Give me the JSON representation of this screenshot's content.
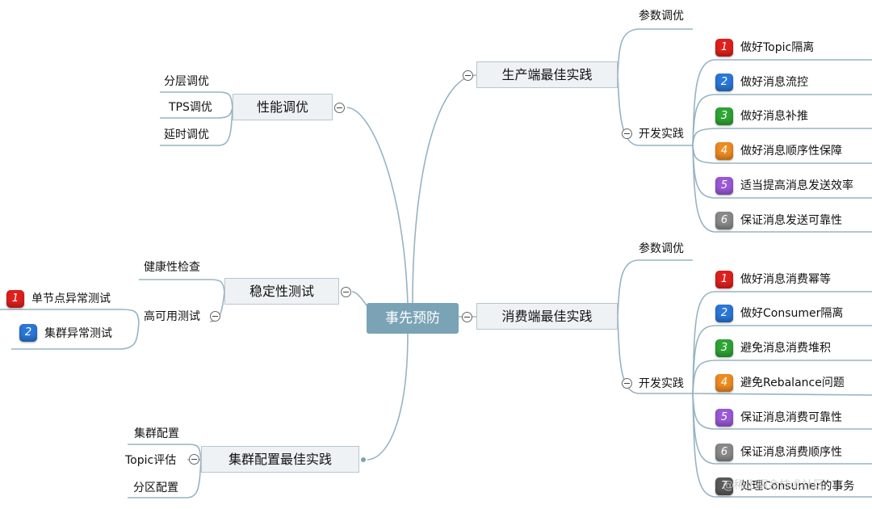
{
  "root": "事先预防",
  "producer": {
    "title": "生产端最佳实践",
    "params": "参数调优",
    "dev": "开发实践",
    "items": [
      {
        "num": "1",
        "label": "做好Topic隔离",
        "color": "#e0201c"
      },
      {
        "num": "2",
        "label": "做好消息流控",
        "color": "#2a78d8"
      },
      {
        "num": "3",
        "label": "做好消息补推",
        "color": "#2ea534"
      },
      {
        "num": "4",
        "label": "做好消息顺序性保障",
        "color": "#f08b21"
      },
      {
        "num": "5",
        "label": "适当提高消息发送效率",
        "color": "#9a59d6"
      },
      {
        "num": "6",
        "label": "保证消息发送可靠性",
        "color": "#8a8a8a"
      }
    ]
  },
  "consumer": {
    "title": "消费端最佳实践",
    "params": "参数调优",
    "dev": "开发实践",
    "items": [
      {
        "num": "1",
        "label": "做好消息消费幂等",
        "color": "#e0201c"
      },
      {
        "num": "2",
        "label": "做好Consumer隔离",
        "color": "#2a78d8"
      },
      {
        "num": "3",
        "label": "避免消息消费堆积",
        "color": "#2ea534"
      },
      {
        "num": "4",
        "label": "避免Rebalance问题",
        "color": "#f08b21"
      },
      {
        "num": "5",
        "label": "保证消息消费可靠性",
        "color": "#9a59d6"
      },
      {
        "num": "6",
        "label": "保证消息消费顺序性",
        "color": "#8a8a8a"
      },
      {
        "num": "7",
        "label": "处理Consumer的事务",
        "color": "#5a5a5a"
      }
    ]
  },
  "performance": {
    "title": "性能调优",
    "items": [
      "分层调优",
      "TPS调优",
      "延时调优"
    ]
  },
  "stability": {
    "title": "稳定性测试",
    "health": "健康性检查",
    "ha": "高可用测试",
    "ha_items": [
      {
        "num": "1",
        "label": "单节点异常测试",
        "color": "#e0201c"
      },
      {
        "num": "2",
        "label": "集群异常测试",
        "color": "#2a78d8"
      }
    ]
  },
  "cluster": {
    "title": "集群配置最佳实践",
    "items": [
      "集群配置",
      "Topic评估",
      "分区配置"
    ]
  },
  "watermark": "@稀土掘金技术社区"
}
